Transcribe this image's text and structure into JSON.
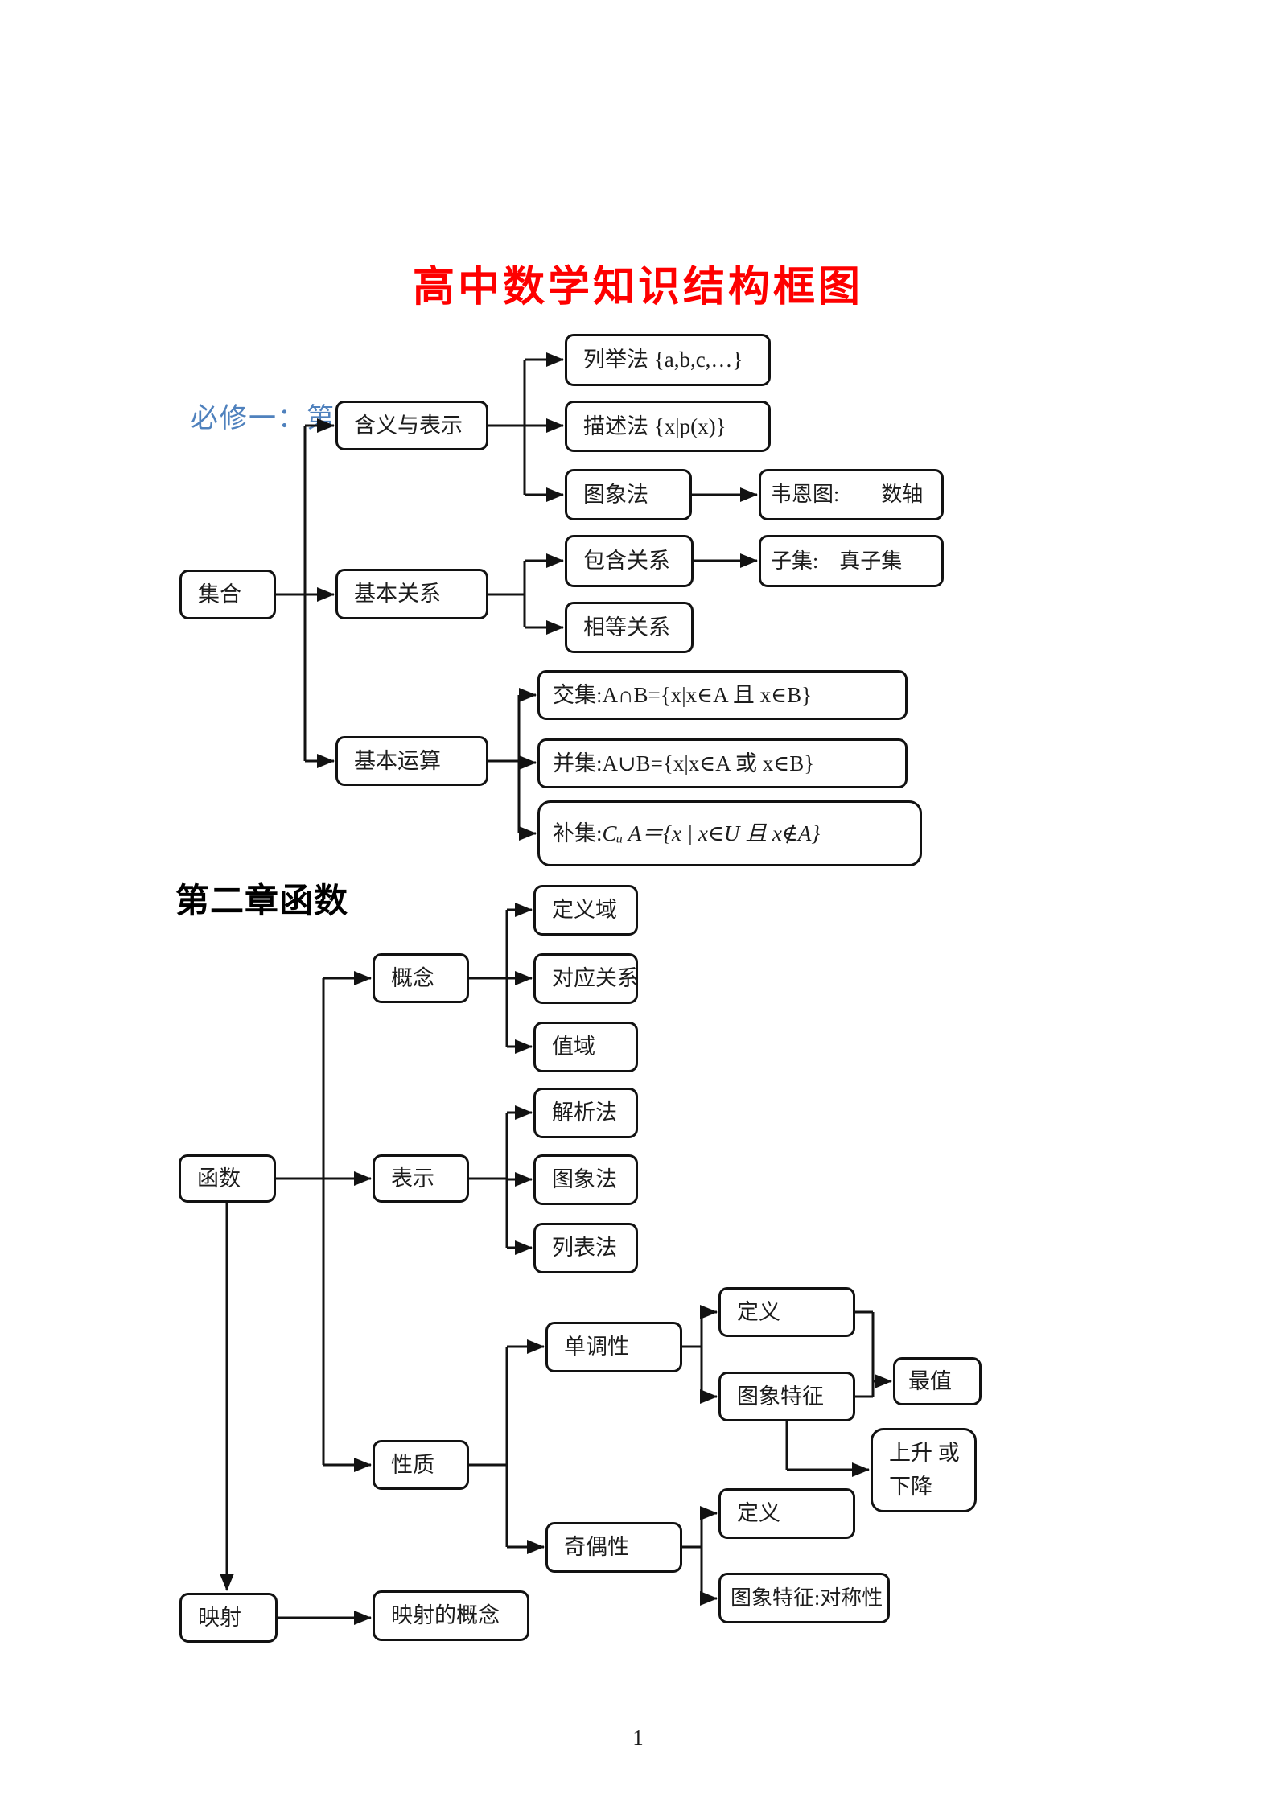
{
  "page": {
    "title": "高中数学知识结构框图",
    "section1_heading": "必修一：第一章集合",
    "section2_heading": "第二章函数",
    "page_number": "1",
    "colors": {
      "title_red": "#fe0000",
      "section_blue": "#4f81bd",
      "line_black": "#121212"
    }
  },
  "set_chart": {
    "root": "集合",
    "meaning": "含义与表示",
    "relations": "基本关系",
    "operations": "基本运算",
    "enumeration": "列举法 {a,b,c,…}",
    "description": "描述法 {x|p(x)}",
    "graphical": "图象法",
    "venn": "韦恩图:　　数轴",
    "inclusion": "包含关系",
    "subset": "子集:　真子集",
    "equality": "相等关系",
    "intersection": "交集:A∩B={x|x∈A 且 x∈B}",
    "union": "并集:A∪B={x|x∈A 或 x∈B}",
    "complement_prefix": "补集:",
    "complement_formula": "Cᵤ A＝{x | x∈U 且 x∉A}"
  },
  "function_chart": {
    "root": "函数",
    "concept": "概念",
    "representation": "表示",
    "properties": "性质",
    "mapping": "映射",
    "mapping_concept": "映射的概念",
    "domain": "定义域",
    "correspondence": "对应关系",
    "range": "值域",
    "analytic": "解析法",
    "graphical": "图象法",
    "tabular": "列表法",
    "monotonicity": "单调性",
    "mono_definition": "定义",
    "mono_graph_feature": "图象特征",
    "extremum": "最值",
    "rise_fall": "上升 或\n下降",
    "parity": "奇偶性",
    "parity_definition": "定义",
    "parity_graph_feature": "图象特征:对称性"
  }
}
